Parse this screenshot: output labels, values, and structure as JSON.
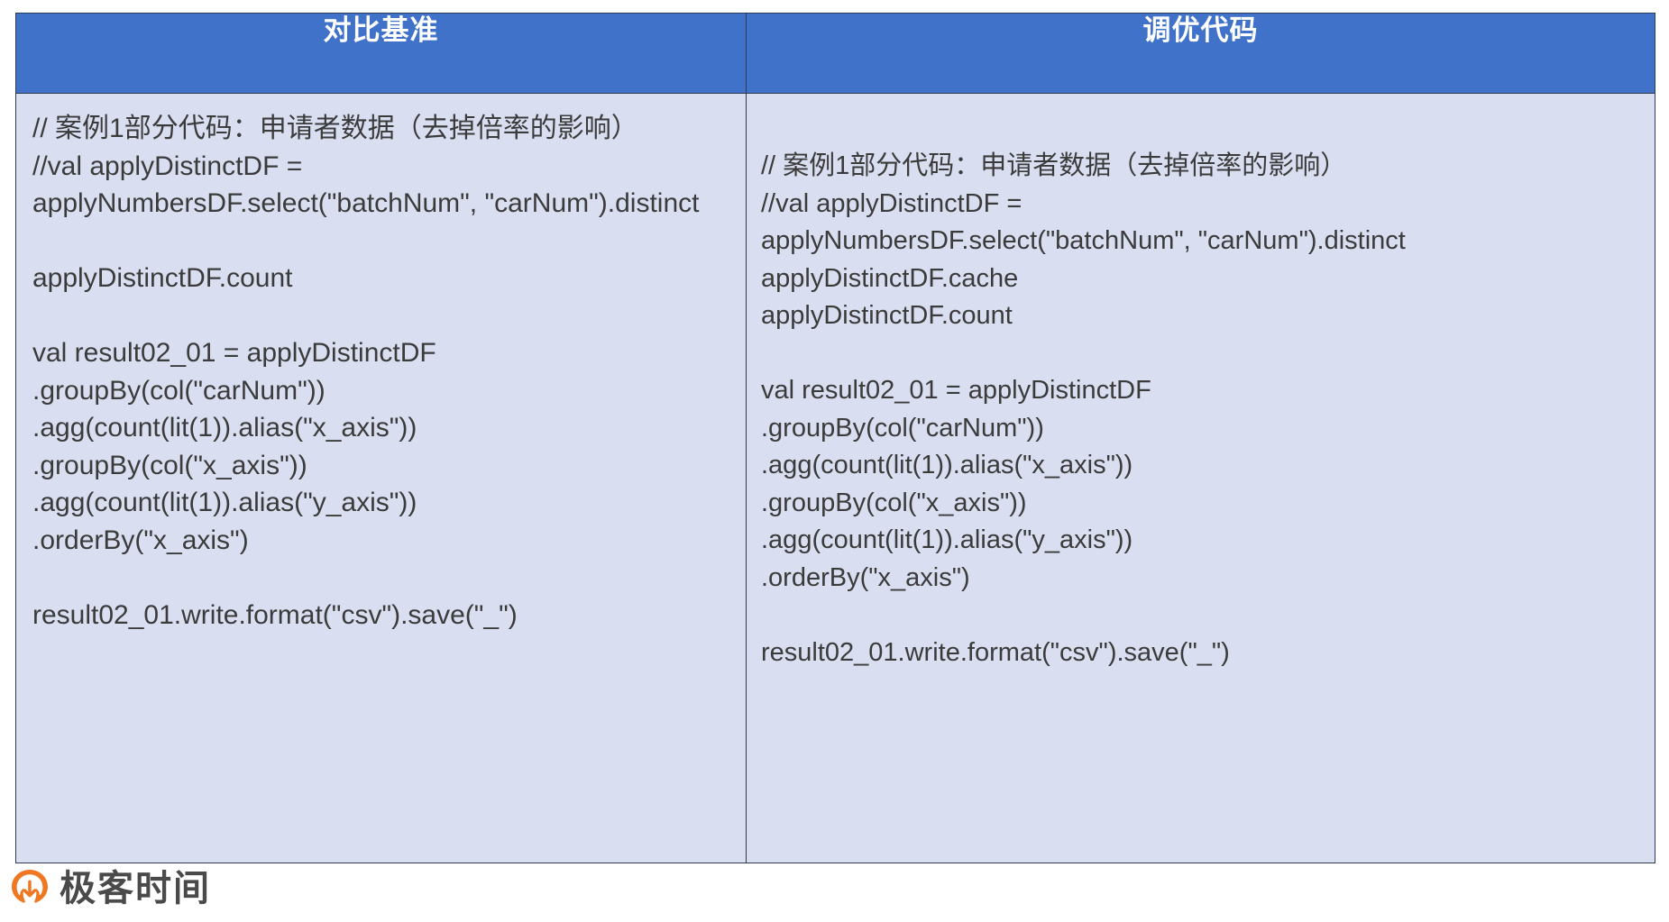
{
  "table": {
    "columns": [
      {
        "id": "baseline",
        "header": "对比基准",
        "code": "// 案例1部分代码：申请者数据（去掉倍率的影响）\n//val applyDistinctDF = applyNumbersDF.select(\"batchNum\", \"carNum\").distinct\n\napplyDistinctDF.count\n\nval result02_01 = applyDistinctDF\n.groupBy(col(\"carNum\"))\n.agg(count(lit(1)).alias(\"x_axis\"))\n.groupBy(col(\"x_axis\"))\n.agg(count(lit(1)).alias(\"y_axis\"))\n.orderBy(\"x_axis\")\n\nresult02_01.write.format(\"csv\").save(\"_\")"
      },
      {
        "id": "optimized",
        "header": "调优代码",
        "code": "// 案例1部分代码：申请者数据（去掉倍率的影响）\n//val applyDistinctDF =\napplyNumbersDF.select(\"batchNum\", \"carNum\").distinct\napplyDistinctDF.cache\napplyDistinctDF.count\n\nval result02_01 = applyDistinctDF\n.groupBy(col(\"carNum\"))\n.agg(count(lit(1)).alias(\"x_axis\"))\n.groupBy(col(\"x_axis\"))\n.agg(count(lit(1)).alias(\"y_axis\"))\n.orderBy(\"x_axis\")\n\nresult02_01.write.format(\"csv\").save(\"_\")"
      }
    ]
  },
  "brand": {
    "name": "极客时间",
    "logo_icon": "geektime-logo-icon",
    "colors": {
      "logo": "#ef7722",
      "header_blue": "#3f72c8",
      "cell_background": "#d9def0",
      "border": "#2f3b52",
      "code_text": "#3b3b3b",
      "brand_text": "#4a4a4a"
    }
  }
}
